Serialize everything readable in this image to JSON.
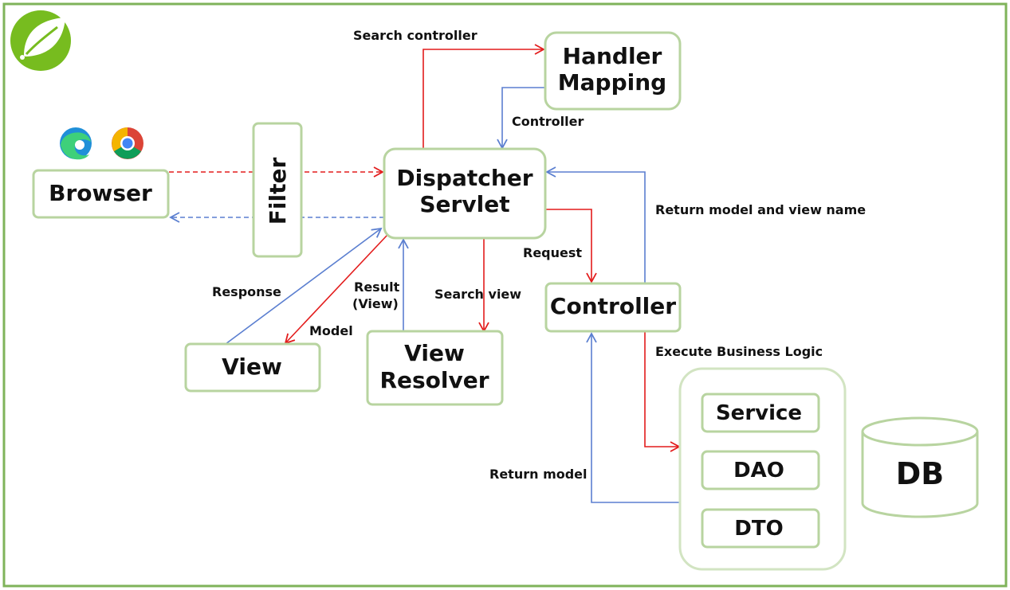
{
  "colors": {
    "box_border": "#b8d4a0",
    "frame_border": "#7fb35a",
    "request_arrow": "#e31c1c",
    "response_arrow": "#5b7fd0",
    "spring_green": "#77bc1f"
  },
  "icons": {
    "logo": "spring-leaf-logo",
    "browser_1": "edge-browser-icon",
    "browser_2": "chrome-browser-icon"
  },
  "nodes": {
    "browser": "Browser",
    "filter": "Filter",
    "dispatcher_line1": "Dispatcher",
    "dispatcher_line2": "Servlet",
    "handler_line1": "Handler",
    "handler_line2": "Mapping",
    "controller": "Controller",
    "view": "View",
    "view_resolver_line1": "View",
    "view_resolver_line2": "Resolver",
    "service": "Service",
    "dao": "DAO",
    "dto": "DTO",
    "db": "DB"
  },
  "edge_labels": {
    "search_controller": "Search controller",
    "controller": "Controller",
    "return_model_view": "Return model and view name",
    "request": "Request",
    "response": "Response",
    "result_line1": "Result",
    "result_line2": "(View)",
    "search_view": "Search view",
    "model": "Model",
    "execute_business": "Execute Business Logic",
    "return_model": "Return model"
  }
}
